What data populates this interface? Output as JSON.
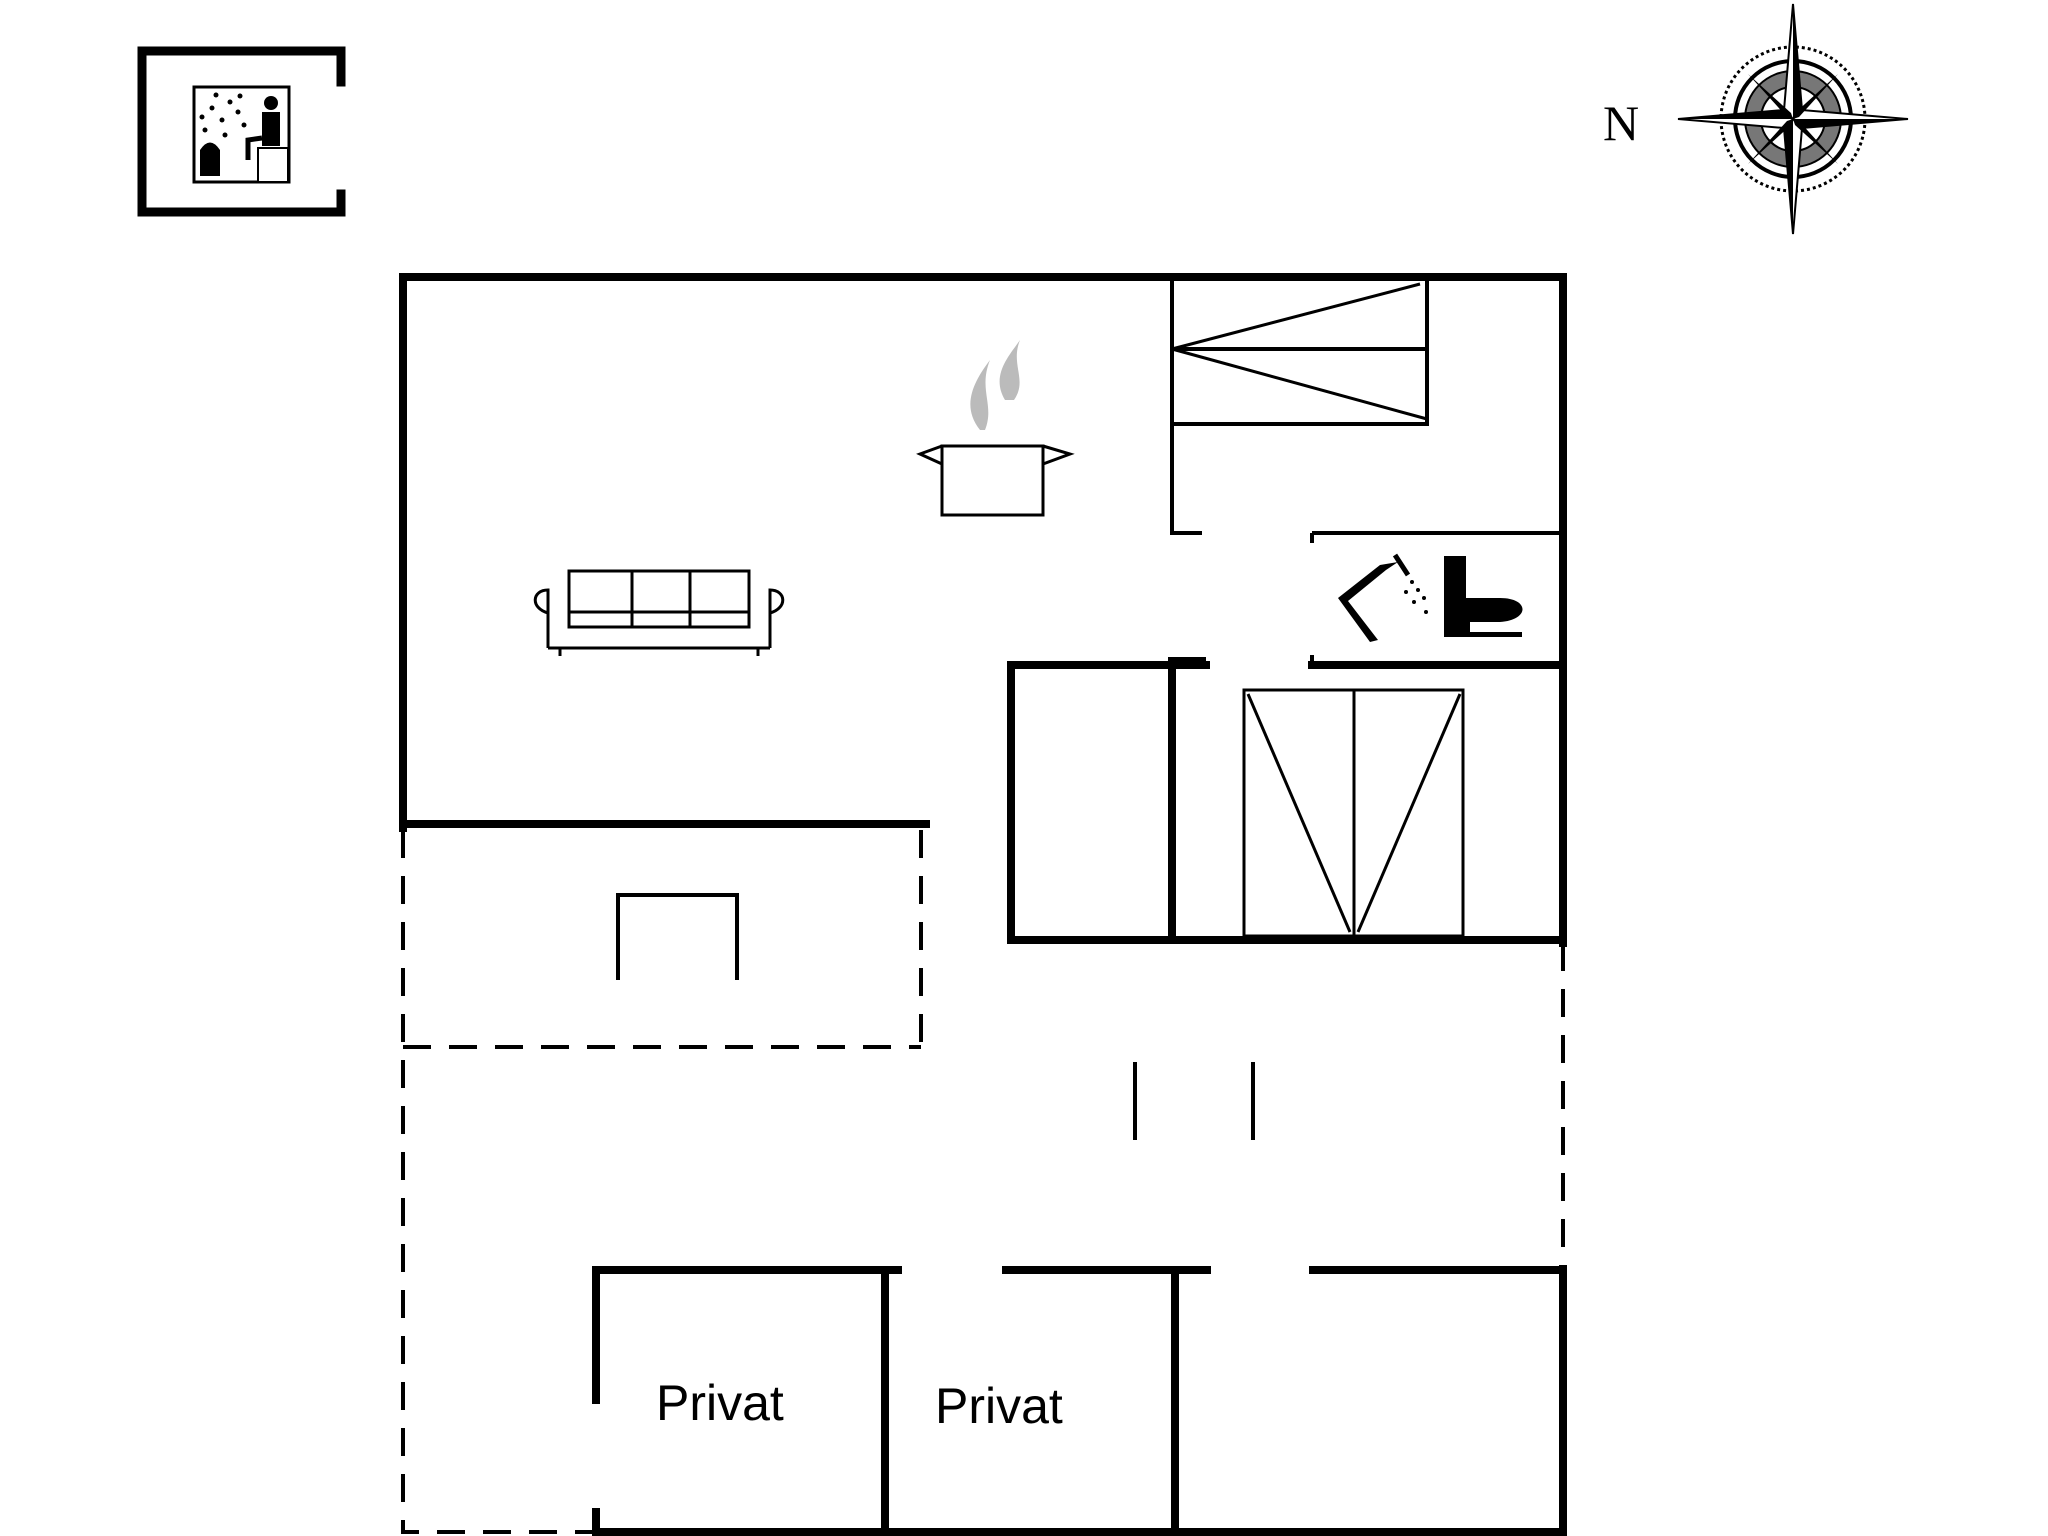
{
  "compass": {
    "north_label": "N"
  },
  "rooms": [
    {
      "id": "private-room-1",
      "label": "Privat"
    },
    {
      "id": "private-room-2",
      "label": "Privat"
    }
  ],
  "icons": [
    "sauna-icon",
    "compass-rose-icon",
    "cooking-pot-icon",
    "sofa-icon",
    "shower-icon",
    "toilet-icon"
  ],
  "colors": {
    "line": "#000000",
    "background": "#ffffff",
    "steam": "#bbbbbb"
  }
}
